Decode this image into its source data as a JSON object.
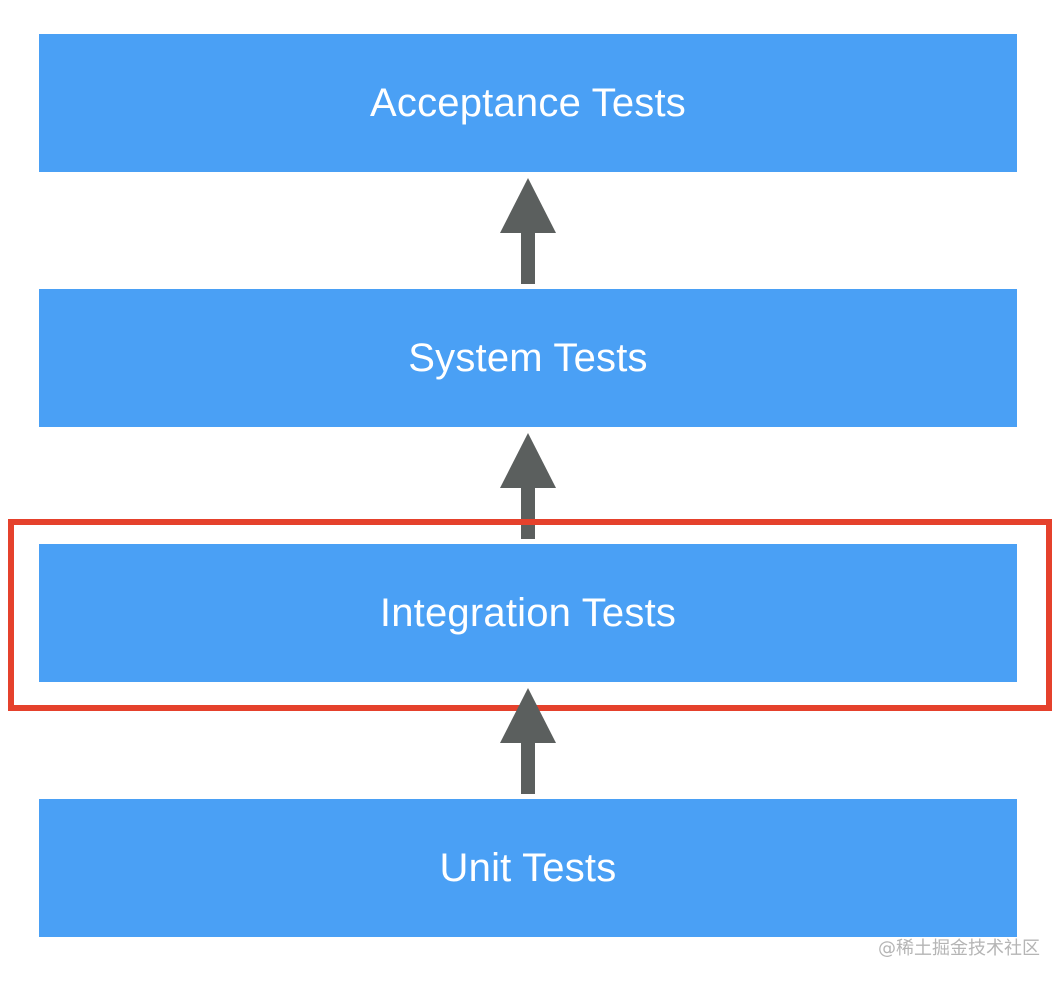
{
  "levels": [
    {
      "label": "Acceptance Tests"
    },
    {
      "label": "System Tests"
    },
    {
      "label": "Integration Tests"
    },
    {
      "label": "Unit Tests"
    }
  ],
  "highlighted_level": "Integration Tests",
  "colors": {
    "box_fill": "#4aa0f5",
    "box_text": "#ffffff",
    "arrow": "#5b5f5e",
    "highlight": "#e5412c",
    "watermark": "#b5b5b5"
  },
  "icons": {
    "arrows": [
      "arrow-up-icon",
      "arrow-up-icon",
      "arrow-up-icon"
    ]
  },
  "watermark": {
    "text": "@稀土掘金技术社区"
  }
}
